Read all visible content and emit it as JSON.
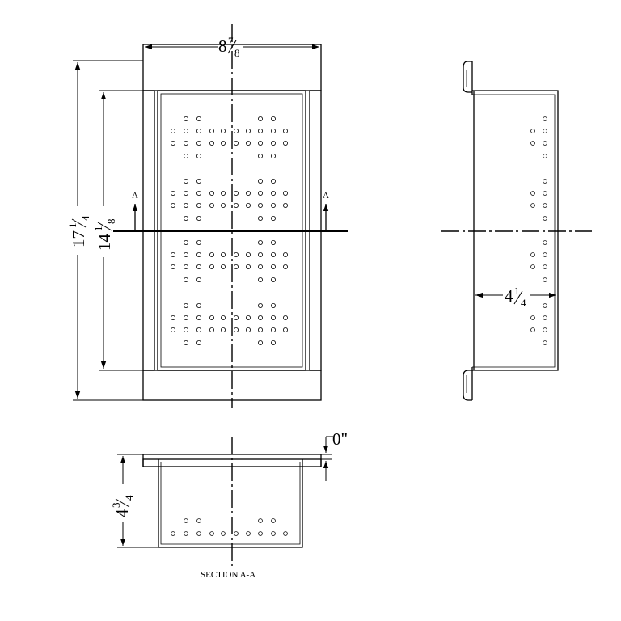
{
  "dimensions": {
    "overall_width": {
      "whole": "8",
      "num": "7",
      "den": "8"
    },
    "overall_length": {
      "whole": "17",
      "num": "1",
      "den": "4"
    },
    "inner_length": {
      "whole": "14",
      "num": "1",
      "den": "8"
    },
    "side_depth": {
      "whole": "4",
      "num": "1",
      "den": "4"
    },
    "section_depth": {
      "whole": "4",
      "num": "3",
      "den": "4"
    },
    "flange_offset": "0\""
  },
  "section_marker": "A",
  "section_caption": "SECTION A-A",
  "colors": {
    "line": "#000000",
    "background": "#ffffff"
  }
}
